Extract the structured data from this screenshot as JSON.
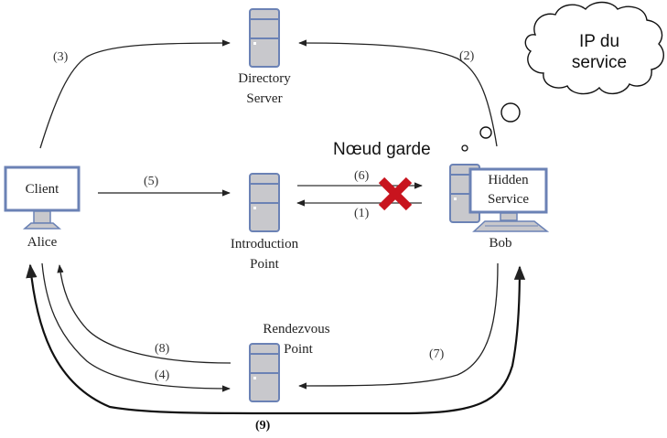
{
  "diagram": {
    "nodes": {
      "directory_server": {
        "line1": "Directory",
        "line2": "Server",
        "icon": "server-icon"
      },
      "introduction_point": {
        "line1": "Introduction",
        "line2": "Point",
        "icon": "server-icon"
      },
      "rendezvous_point": {
        "line1": "Rendezvous",
        "line2": "Point",
        "icon": "server-icon"
      },
      "client": {
        "screen_label": "Client",
        "name": "Alice",
        "icon": "computer-icon"
      },
      "hidden_service": {
        "screen_line1": "Hidden",
        "screen_line2": "Service",
        "name": "Bob",
        "icon": "computer-with-tower-icon"
      }
    },
    "steps": {
      "s1": "(1)",
      "s2": "(2)",
      "s3": "(3)",
      "s4": "(4)",
      "s5": "(5)",
      "s6": "(6)",
      "s7": "(7)",
      "s8": "(8)",
      "s9": "(9)"
    },
    "annotations": {
      "guard_node": "Nœud garde",
      "thought_line1": "IP du",
      "thought_line2": "service"
    },
    "blocked_marker": "cross-icon",
    "colors": {
      "device_fill": "#c8c8cc",
      "device_stroke": "#6b82b5",
      "screen_fill": "#ffffff",
      "cross": "#c8141e",
      "arrow": "#222222"
    }
  }
}
